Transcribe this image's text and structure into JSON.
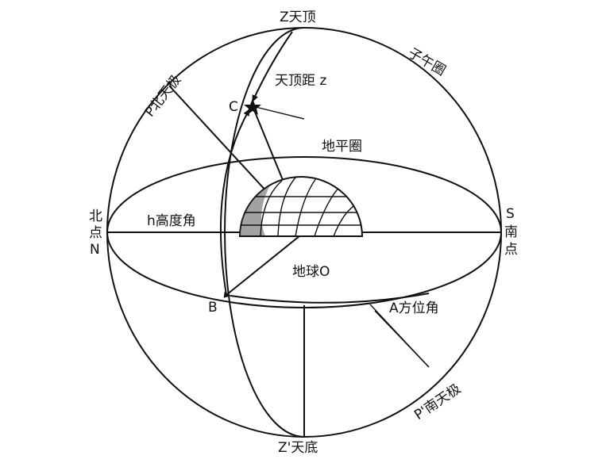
{
  "labels": {
    "zenith": "Z天顶",
    "meridian": "子午圈",
    "north_pole": "P北天极",
    "zenith_distance": "天顶距 z",
    "star": "C",
    "horizon_circle": "地平圈",
    "north_point_a": "北",
    "north_point_b": "点",
    "north_point_c": "N",
    "altitude_angle": "h高度角",
    "south_point_a": "S",
    "south_point_b": "南",
    "south_point_c": "点",
    "earth": "地球O",
    "point_b": "B",
    "azimuth": "A方位角",
    "south_pole": "P'南天极",
    "nadir": "Z'天底"
  },
  "colors": {
    "ink": "#111111",
    "background": "#ffffff"
  }
}
